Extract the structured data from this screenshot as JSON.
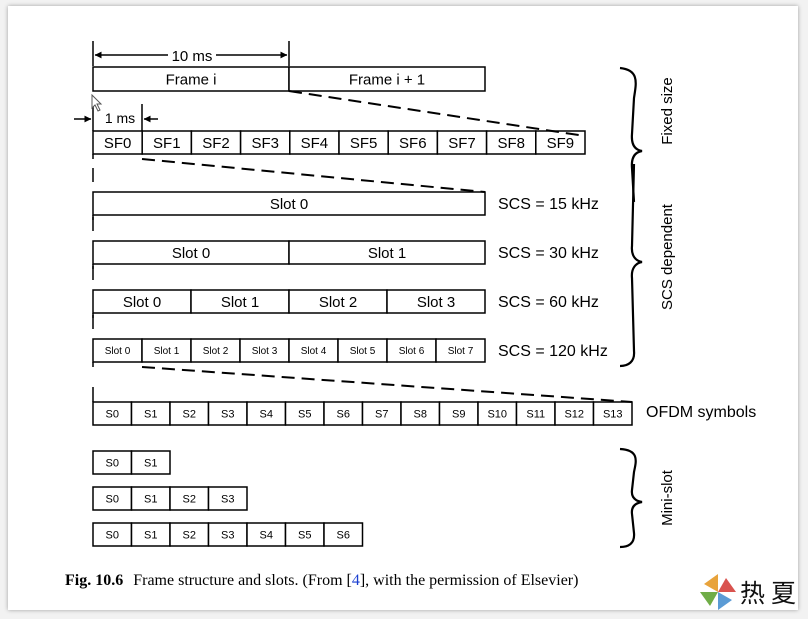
{
  "frames": {
    "duration": "10 ms",
    "items": [
      "Frame i",
      "Frame i + 1"
    ]
  },
  "subframes": {
    "duration": "1 ms",
    "items": [
      "SF0",
      "SF1",
      "SF2",
      "SF3",
      "SF4",
      "SF5",
      "SF6",
      "SF7",
      "SF8",
      "SF9"
    ]
  },
  "numerologies": [
    {
      "scs": "SCS = 15 kHz",
      "slots": [
        "Slot 0"
      ]
    },
    {
      "scs": "SCS = 30 kHz",
      "slots": [
        "Slot 0",
        "Slot 1"
      ]
    },
    {
      "scs": "SCS = 60 kHz",
      "slots": [
        "Slot 0",
        "Slot 1",
        "Slot 2",
        "Slot 3"
      ]
    },
    {
      "scs": "SCS = 120 kHz",
      "slots": [
        "Slot 0",
        "Slot 1",
        "Slot 2",
        "Slot 3",
        "Slot 4",
        "Slot 5",
        "Slot 6",
        "Slot 7"
      ]
    }
  ],
  "symbols": {
    "label": "OFDM symbols",
    "items": [
      "S0",
      "S1",
      "S2",
      "S3",
      "S4",
      "S5",
      "S6",
      "S7",
      "S8",
      "S9",
      "S10",
      "S11",
      "S12",
      "S13"
    ]
  },
  "mini_slots": [
    [
      "S0",
      "S1"
    ],
    [
      "S0",
      "S1",
      "S2",
      "S3"
    ],
    [
      "S0",
      "S1",
      "S2",
      "S3",
      "S4",
      "S5",
      "S6"
    ]
  ],
  "brackets": {
    "fixed": "Fixed size",
    "scs": "SCS dependent",
    "mini": "Mini-slot"
  },
  "caption": {
    "label": "Fig. 10.6",
    "text_before": "Frame structure and slots. (From [",
    "ref": "4",
    "text_after": "], with the permission of Elsevier)"
  },
  "watermark": {
    "text": "热夏",
    "colors": [
      "#e8a33b",
      "#d9534f",
      "#5b9bd5",
      "#70ad47"
    ]
  }
}
